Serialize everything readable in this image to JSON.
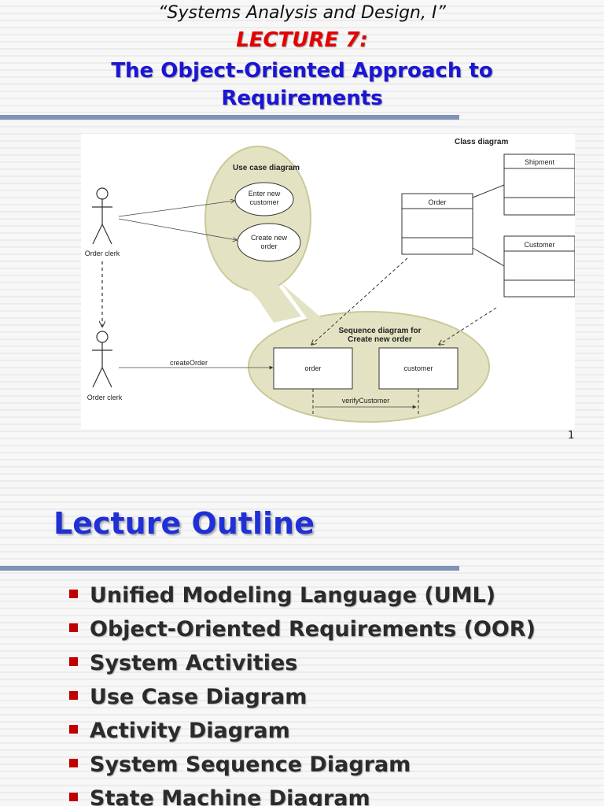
{
  "slide1": {
    "subtitle": "“Systems Analysis and Design, I”",
    "lecture_number": "LECTURE 7:",
    "lecture_title": "The Object-Oriented Approach to Requirements",
    "page_number": "1",
    "diagram": {
      "class_diagram_label": "Class diagram",
      "use_case_diagram_label": "Use case diagram",
      "use_case_1": [
        "Enter new",
        "customer"
      ],
      "use_case_2": [
        "Create new",
        "order"
      ],
      "actor_label": "Order clerk",
      "class_shipment": "Shipment",
      "class_order": "Order",
      "class_customer": "Customer",
      "sequence_label": [
        "Sequence diagram for",
        "Create new order"
      ],
      "message_create_order": "createOrder",
      "lifeline_order": "order",
      "lifeline_customer": "customer",
      "message_verify_customer": "verifyCustomer"
    }
  },
  "slide2": {
    "title": "Lecture Outline",
    "bullets": [
      "Unified Modeling Language (UML)",
      "Object-Oriented Requirements (OOR)",
      "System Activities",
      "Use Case Diagram",
      "Activity Diagram",
      "System Sequence Diagram",
      "State Machine Diagram"
    ]
  }
}
